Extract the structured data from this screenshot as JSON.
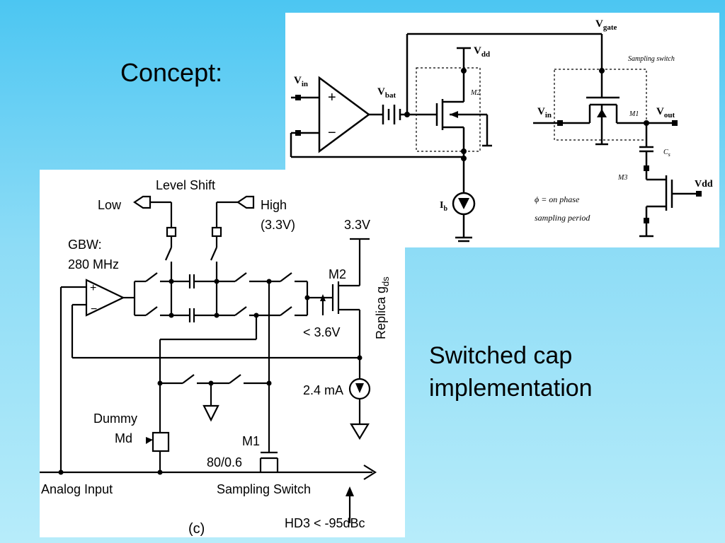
{
  "slide": {
    "heading": "Concept:",
    "caption_line1": "Switched cap",
    "caption_line2": "implementation"
  },
  "concept_circuit": {
    "v_in": "V",
    "v_in_sub": "in",
    "v_bat": "V",
    "v_bat_sub": "bat",
    "v_gate": "V",
    "v_gate_sub": "gate",
    "vdd_top": "V",
    "vdd_top_sub": "dd",
    "m2": "M2",
    "ib": "I",
    "ib_sub": "b",
    "sampling_switch": "Sampling switch",
    "v_in2": "V",
    "v_in2_sub": "in",
    "m1": "M1",
    "v_out": "V",
    "v_out_sub": "out",
    "cs": "C",
    "cs_sub": "s",
    "m3": "M3",
    "vdd_right": "Vdd",
    "phi_line1": "ϕ = on phase",
    "phi_line2": "sampling period"
  },
  "switched_cap_circuit": {
    "level_shift": "Level Shift",
    "low": "Low",
    "high": "High",
    "high_v": "(3.3V)",
    "v33": "3.3V",
    "gbw": "GBW:",
    "gbw_val": "280 MHz",
    "m2": "M2",
    "replica": "Replica g",
    "replica_sub": "ds",
    "lt36": "< 3.6V",
    "current": "2.4 mA",
    "dummy": "Dummy",
    "md": "Md",
    "m1": "M1",
    "m1_size": "80/0.6",
    "analog_input": "Analog Input",
    "sampling_switch": "Sampling Switch",
    "hd3": "HD3 < -95dBc",
    "fig_label": "(c)"
  }
}
